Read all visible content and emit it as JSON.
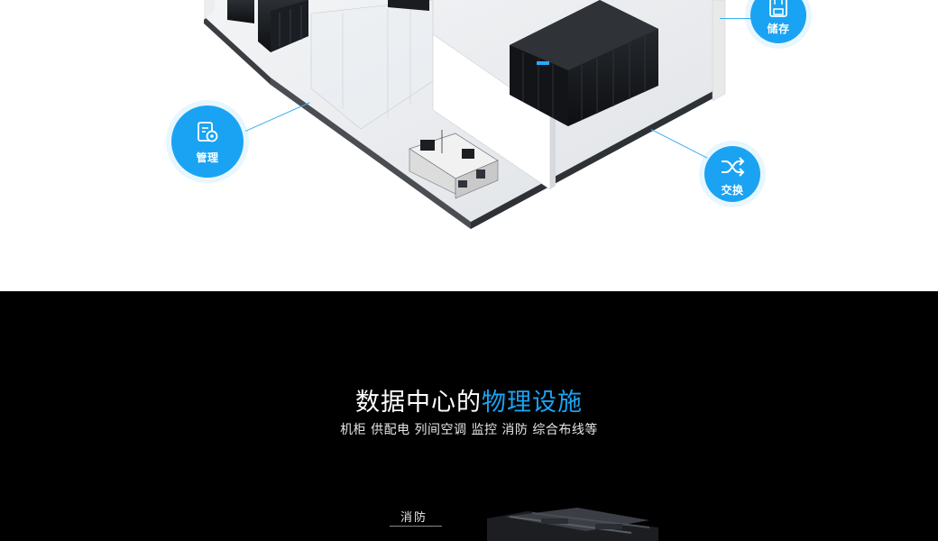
{
  "badges": {
    "manage": {
      "label": "管理",
      "icon": "gear-document-icon",
      "color": "#1aa3f2"
    },
    "storage": {
      "label": "储存",
      "icon": "floppy-disk-icon",
      "color": "#1aa3f2"
    },
    "exchange": {
      "label": "交换",
      "icon": "shuffle-arrows-icon",
      "color": "#1aa3f2"
    }
  },
  "section": {
    "title_main": "数据中心的",
    "title_highlight": "物理设施",
    "subtitle": "机柜 供配电  列间空调 监控 消防  综合布线等",
    "callout": "消防"
  }
}
